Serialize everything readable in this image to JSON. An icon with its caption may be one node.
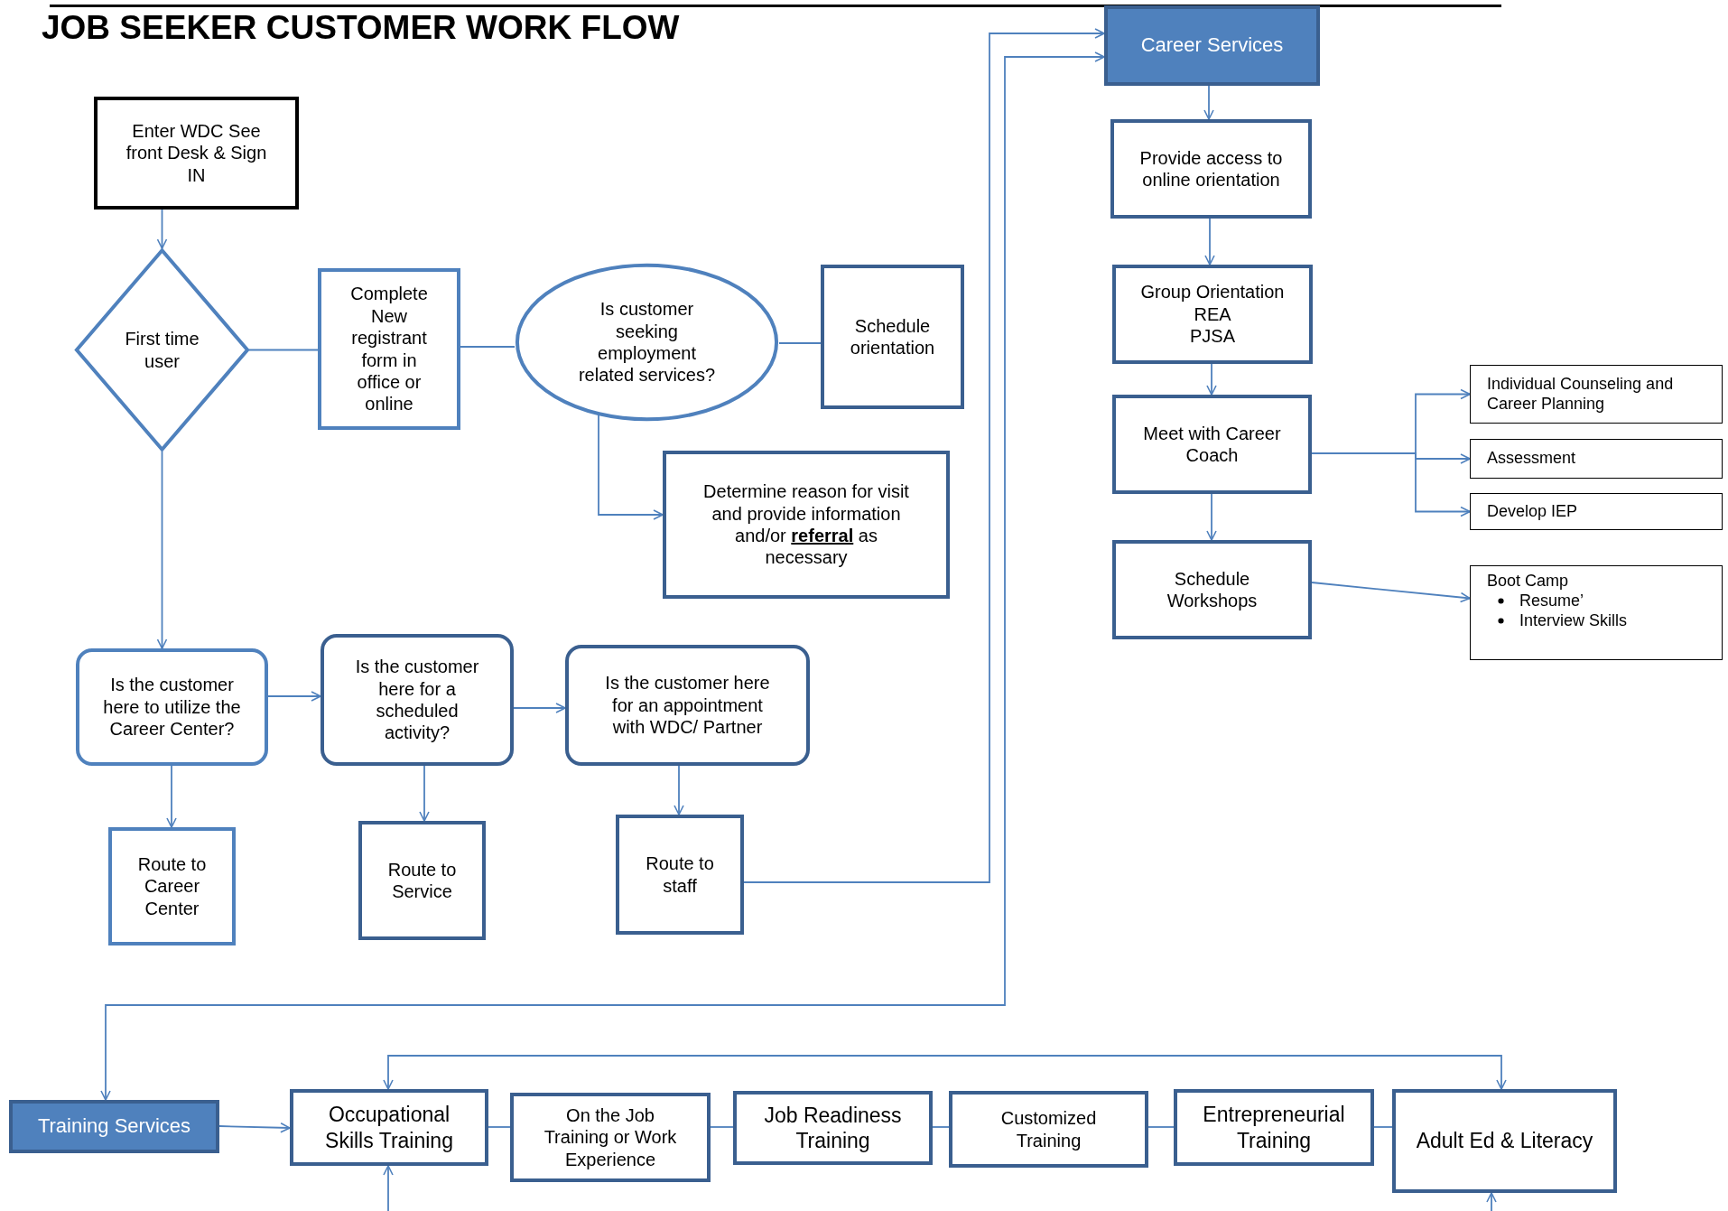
{
  "diagram": {
    "title": "JOB SEEKER CUSTOMER WORK FLOW",
    "nodes": [
      {
        "text": [
          "Enter WDC See front Desk & Sign IN"
        ]
      },
      {
        "text": [
          "First time user"
        ]
      },
      {
        "text": [
          "Complete New registrant form in office or online"
        ]
      },
      {
        "text": [
          "Is customer seeking employment related services?"
        ]
      },
      {
        "text": [
          "Schedule orientation"
        ]
      },
      {
        "text": [
          "Determine reason for visit and provide information and/or **referral** as necessary"
        ]
      },
      {
        "text": [
          "Is the customer here to utilize the Career Center?"
        ]
      },
      {
        "text": [
          "Is the customer here for a scheduled activity?"
        ]
      },
      {
        "text": [
          "Is the customer here for an appointment with WDC/ Partner"
        ]
      },
      {
        "text": [
          "Route to Career Center"
        ]
      },
      {
        "text": [
          "Route to Service"
        ]
      },
      {
        "text": [
          "Route to staff"
        ]
      },
      {
        "text": [
          "Career  Services"
        ]
      },
      {
        "text": [
          "Provide access to online orientation"
        ]
      },
      {
        "text": [
          "Group Orientation",
          "REA",
          "PJSA"
        ]
      },
      {
        "text": [
          "Meet with Career Coach"
        ]
      },
      {
        "text": [
          "Schedule Workshops"
        ]
      },
      {
        "text": [
          "Individual Counseling and Career Planning"
        ]
      },
      {
        "text": [
          "Assessment"
        ]
      },
      {
        "text": [
          "Develop IEP"
        ]
      },
      {
        "text": [
          "Boot Camp",
          "Resume’",
          "Interview  Skills"
        ]
      },
      {
        "text": [
          "Training Services"
        ]
      },
      {
        "text": [
          "Occupational Skills Training"
        ]
      },
      {
        "text": [
          "On the Job Training or Work Experience"
        ]
      },
      {
        "text": [
          "Job Readiness Training"
        ]
      },
      {
        "text": [
          "Customized Training"
        ]
      },
      {
        "text": [
          "Entrepreneurial Training"
        ]
      },
      {
        "text": [
          "Adult Ed & Literacy"
        ]
      }
    ],
    "edges": [
      {
        "from": 0,
        "to": 1,
        "arrow": "to"
      },
      {
        "from": 1,
        "to": 2,
        "arrow": "none"
      },
      {
        "from": 2,
        "to": 3,
        "arrow": "none"
      },
      {
        "from": 3,
        "to": 4,
        "arrow": "none"
      },
      {
        "from": 3,
        "to": 5,
        "arrow": "to"
      },
      {
        "from": 1,
        "to": 6,
        "arrow": "to"
      },
      {
        "from": 6,
        "to": 7,
        "arrow": "to"
      },
      {
        "from": 7,
        "to": 8,
        "arrow": "to"
      },
      {
        "from": 6,
        "to": 9,
        "arrow": "to"
      },
      {
        "from": 7,
        "to": 10,
        "arrow": "to"
      },
      {
        "from": 8,
        "to": 11,
        "arrow": "to"
      },
      {
        "from": 11,
        "to": 12,
        "arrow": "to"
      },
      {
        "from": 12,
        "to": 21,
        "arrow": "both"
      },
      {
        "from": 12,
        "to": 13,
        "arrow": "to"
      },
      {
        "from": 13,
        "to": 14,
        "arrow": "to"
      },
      {
        "from": 14,
        "to": 15,
        "arrow": "to"
      },
      {
        "from": 15,
        "to": 16,
        "arrow": "to"
      },
      {
        "from": 15,
        "to": 17,
        "arrow": "to"
      },
      {
        "from": 15,
        "to": 18,
        "arrow": "to"
      },
      {
        "from": 15,
        "to": 19,
        "arrow": "to"
      },
      {
        "from": 16,
        "to": 20,
        "arrow": "to"
      },
      {
        "from": 21,
        "to": 22,
        "arrow": "to"
      },
      {
        "from": 22,
        "to": 23,
        "arrow": "none"
      },
      {
        "from": 23,
        "to": 24,
        "arrow": "none"
      },
      {
        "from": 24,
        "to": 25,
        "arrow": "none"
      },
      {
        "from": 25,
        "to": 26,
        "arrow": "none"
      },
      {
        "from": 26,
        "to": 27,
        "arrow": "none"
      },
      {
        "from": 22,
        "to": 27,
        "arrow": "both"
      },
      {
        "from": null,
        "to": 22,
        "arrow": "to"
      },
      {
        "from": null,
        "to": 27,
        "arrow": "to"
      }
    ]
  }
}
